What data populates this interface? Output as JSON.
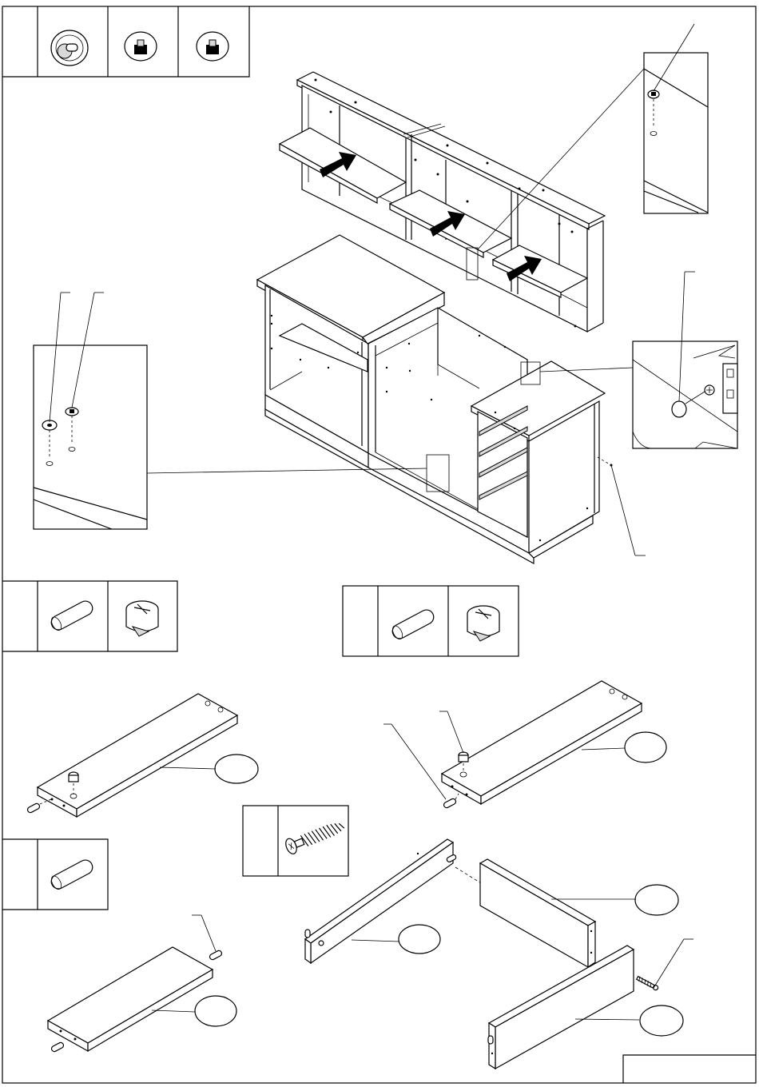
{
  "sheet": {
    "title_box_text": "",
    "colors": {
      "ink": "#000000",
      "paper": "#ffffff",
      "hardware_shade": "#d9d9d9"
    }
  },
  "hardware_boxes": [
    {
      "id": "box-top",
      "count_label": "",
      "items": [
        "shelf-support-pin-icon",
        "shelf-support-clip-icon",
        "shelf-support-clip-icon"
      ]
    },
    {
      "id": "box-mid-left",
      "count_label": "",
      "items": [
        "wooden-dowel-icon",
        "cam-lock-icon"
      ]
    },
    {
      "id": "box-mid-right",
      "count_label": "",
      "items": [
        "wooden-dowel-icon",
        "cam-lock-icon"
      ]
    },
    {
      "id": "box-screw",
      "count_label": "",
      "items": [
        "confirmat-screw-icon"
      ]
    },
    {
      "id": "box-bottom-left",
      "count_label": "",
      "items": [
        "wooden-dowel-icon"
      ]
    }
  ],
  "part_labels": [
    "",
    "",
    "",
    "",
    "",
    ""
  ],
  "callouts": [
    "",
    "",
    "",
    "",
    "",
    "",
    "",
    "",
    "",
    "",
    ""
  ]
}
